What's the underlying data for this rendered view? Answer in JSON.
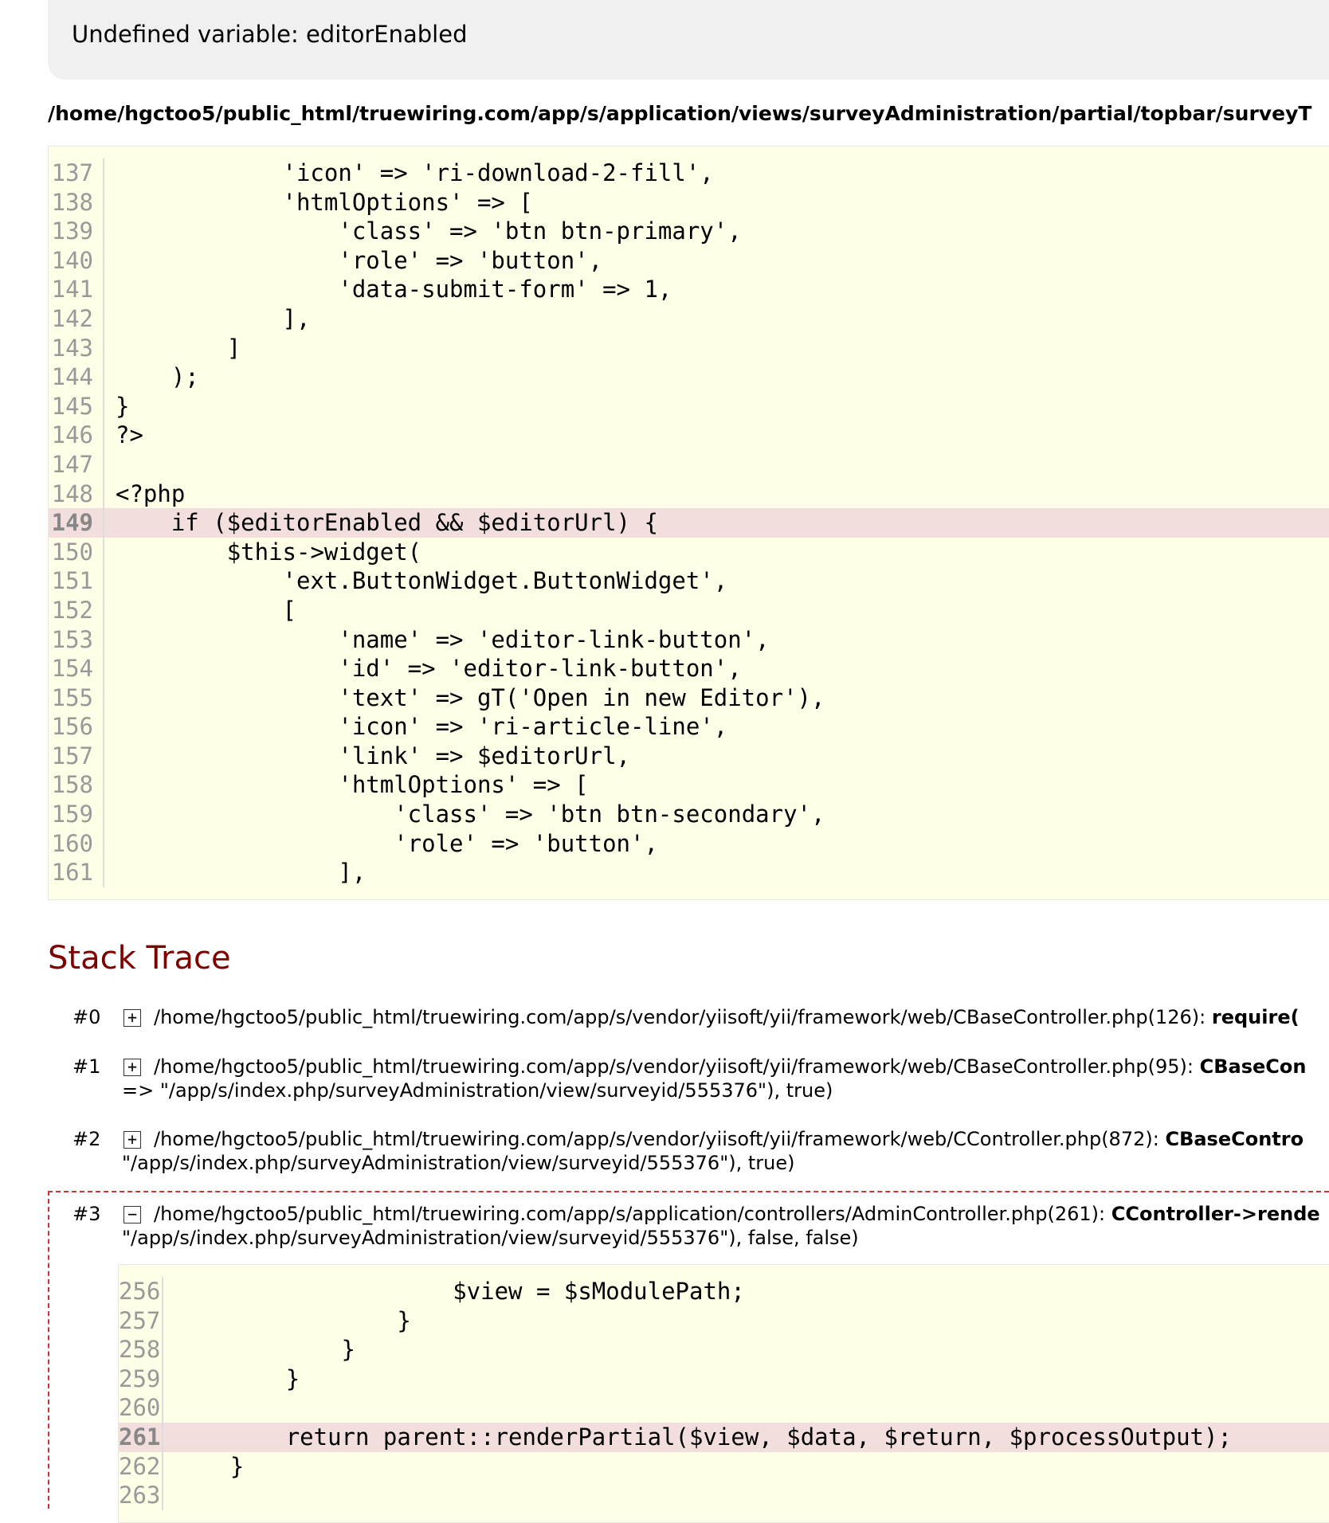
{
  "error_message": "Undefined variable: editorEnabled",
  "file_path": "/home/hgctoo5/public_html/truewiring.com/app/s/application/views/surveyAdministration/partial/topbar/surveyT",
  "source_lines": [
    {
      "num": "137",
      "code": "            'icon' => 'ri-download-2-fill',",
      "hl": false
    },
    {
      "num": "138",
      "code": "            'htmlOptions' => [",
      "hl": false
    },
    {
      "num": "139",
      "code": "                'class' => 'btn btn-primary',",
      "hl": false
    },
    {
      "num": "140",
      "code": "                'role' => 'button',",
      "hl": false
    },
    {
      "num": "141",
      "code": "                'data-submit-form' => 1,",
      "hl": false
    },
    {
      "num": "142",
      "code": "            ],",
      "hl": false
    },
    {
      "num": "143",
      "code": "        ]",
      "hl": false
    },
    {
      "num": "144",
      "code": "    );",
      "hl": false
    },
    {
      "num": "145",
      "code": "}",
      "hl": false
    },
    {
      "num": "146",
      "code": "?>",
      "hl": false
    },
    {
      "num": "147",
      "code": "",
      "hl": false
    },
    {
      "num": "148",
      "code": "<?php",
      "hl": false
    },
    {
      "num": "149",
      "code": "    if ($editorEnabled && $editorUrl) {",
      "hl": true
    },
    {
      "num": "150",
      "code": "        $this->widget(",
      "hl": false
    },
    {
      "num": "151",
      "code": "            'ext.ButtonWidget.ButtonWidget',",
      "hl": false
    },
    {
      "num": "152",
      "code": "            [",
      "hl": false
    },
    {
      "num": "153",
      "code": "                'name' => 'editor-link-button',",
      "hl": false
    },
    {
      "num": "154",
      "code": "                'id' => 'editor-link-button',",
      "hl": false
    },
    {
      "num": "155",
      "code": "                'text' => gT('Open in new Editor'),",
      "hl": false
    },
    {
      "num": "156",
      "code": "                'icon' => 'ri-article-line',",
      "hl": false
    },
    {
      "num": "157",
      "code": "                'link' => $editorUrl,",
      "hl": false
    },
    {
      "num": "158",
      "code": "                'htmlOptions' => [",
      "hl": false
    },
    {
      "num": "159",
      "code": "                    'class' => 'btn btn-secondary',",
      "hl": false
    },
    {
      "num": "160",
      "code": "                    'role' => 'button',",
      "hl": false
    },
    {
      "num": "161",
      "code": "                ],",
      "hl": false
    }
  ],
  "stack_trace_title": "Stack Trace",
  "traces": [
    {
      "index": "#0",
      "toggle": "+",
      "file": "/home/hgctoo5/public_html/truewiring.com/app/s/vendor/yiisoft/yii/framework/web/CBaseController.php(126): ",
      "call": "require(",
      "cont": ""
    },
    {
      "index": "#1",
      "toggle": "+",
      "file": "/home/hgctoo5/public_html/truewiring.com/app/s/vendor/yiisoft/yii/framework/web/CBaseController.php(95): ",
      "call": "CBaseCon",
      "cont": "=> \"/app/s/index.php/surveyAdministration/view/surveyid/555376\"), true)"
    },
    {
      "index": "#2",
      "toggle": "+",
      "file": "/home/hgctoo5/public_html/truewiring.com/app/s/vendor/yiisoft/yii/framework/web/CController.php(872): ",
      "call": "CBaseContro",
      "cont": "\"/app/s/index.php/surveyAdministration/view/surveyid/555376\"), true)"
    },
    {
      "index": "#3",
      "toggle": "−",
      "file": "/home/hgctoo5/public_html/truewiring.com/app/s/application/controllers/AdminController.php(261): ",
      "call": "CController->rende",
      "cont": "\"/app/s/index.php/surveyAdministration/view/surveyid/555376\"), false, false)"
    }
  ],
  "trace3_lines": [
    {
      "num": "256",
      "code": "                    $view = $sModulePath;",
      "hl": false
    },
    {
      "num": "257",
      "code": "                }",
      "hl": false
    },
    {
      "num": "258",
      "code": "            }",
      "hl": false
    },
    {
      "num": "259",
      "code": "        }",
      "hl": false
    },
    {
      "num": "260",
      "code": "",
      "hl": false
    },
    {
      "num": "261",
      "code": "        return parent::renderPartial($view, $data, $return, $processOutput);",
      "hl": true
    },
    {
      "num": "262",
      "code": "    }",
      "hl": false
    },
    {
      "num": "263",
      "code": "",
      "hl": false
    }
  ]
}
